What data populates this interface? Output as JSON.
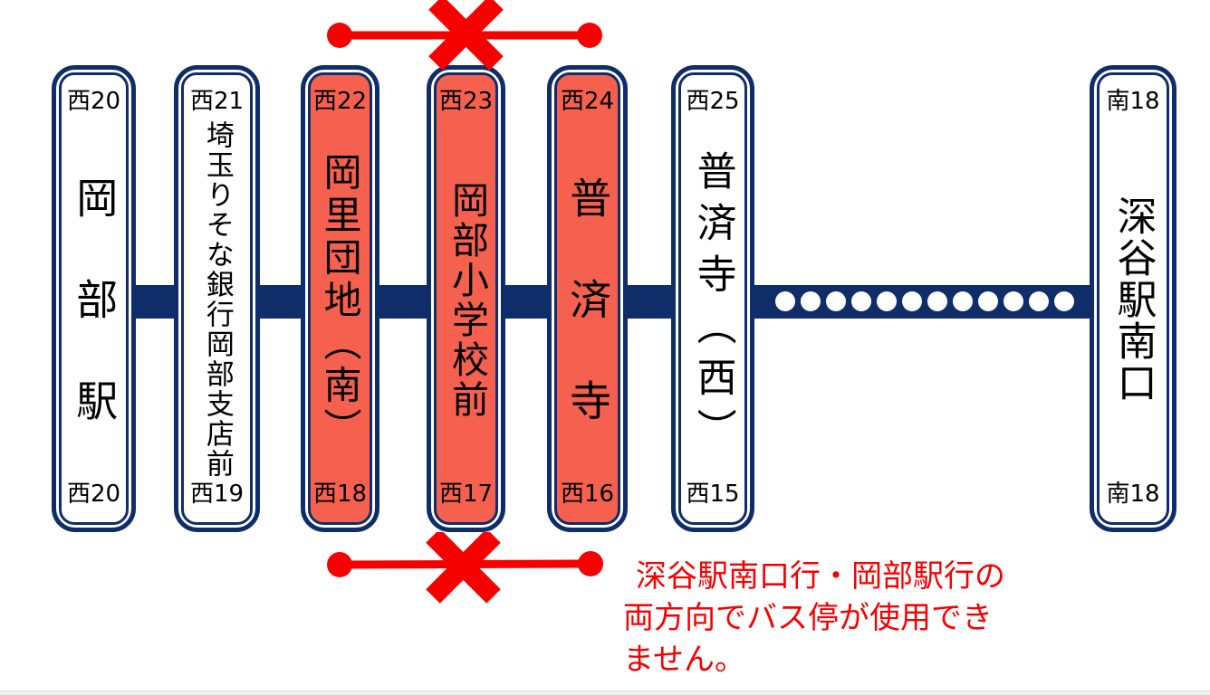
{
  "colors": {
    "navy": "#0f2d69",
    "salmon": "#f6614f",
    "red": "#f70000",
    "ink": "#000000",
    "fill": "#ffffff"
  },
  "stations": [
    {
      "top_code": "西20",
      "name": "岡部駅",
      "bottom_code": "西20",
      "suspended": false
    },
    {
      "top_code": "西21",
      "name": "埼玉りそな銀行岡部支店前",
      "bottom_code": "西19",
      "suspended": false
    },
    {
      "top_code": "西22",
      "name": "岡里団地（南）",
      "bottom_code": "西18",
      "suspended": true
    },
    {
      "top_code": "西23",
      "name": "岡部小学校前",
      "bottom_code": "西17",
      "suspended": true
    },
    {
      "top_code": "西24",
      "name": "普済寺",
      "bottom_code": "西16",
      "suspended": true
    },
    {
      "top_code": "西25",
      "name": "普済寺（西）",
      "bottom_code": "西15",
      "suspended": false
    },
    {
      "top_code": "南18",
      "name": "深谷駅南口",
      "bottom_code": "南18",
      "suspended": false
    }
  ],
  "route": {
    "omitted_stops_dots": 12
  },
  "notice": {
    "lines": [
      "深谷駅南口行・岡部駅行の",
      "両方向でバス停が使用でき",
      "ません。"
    ]
  }
}
